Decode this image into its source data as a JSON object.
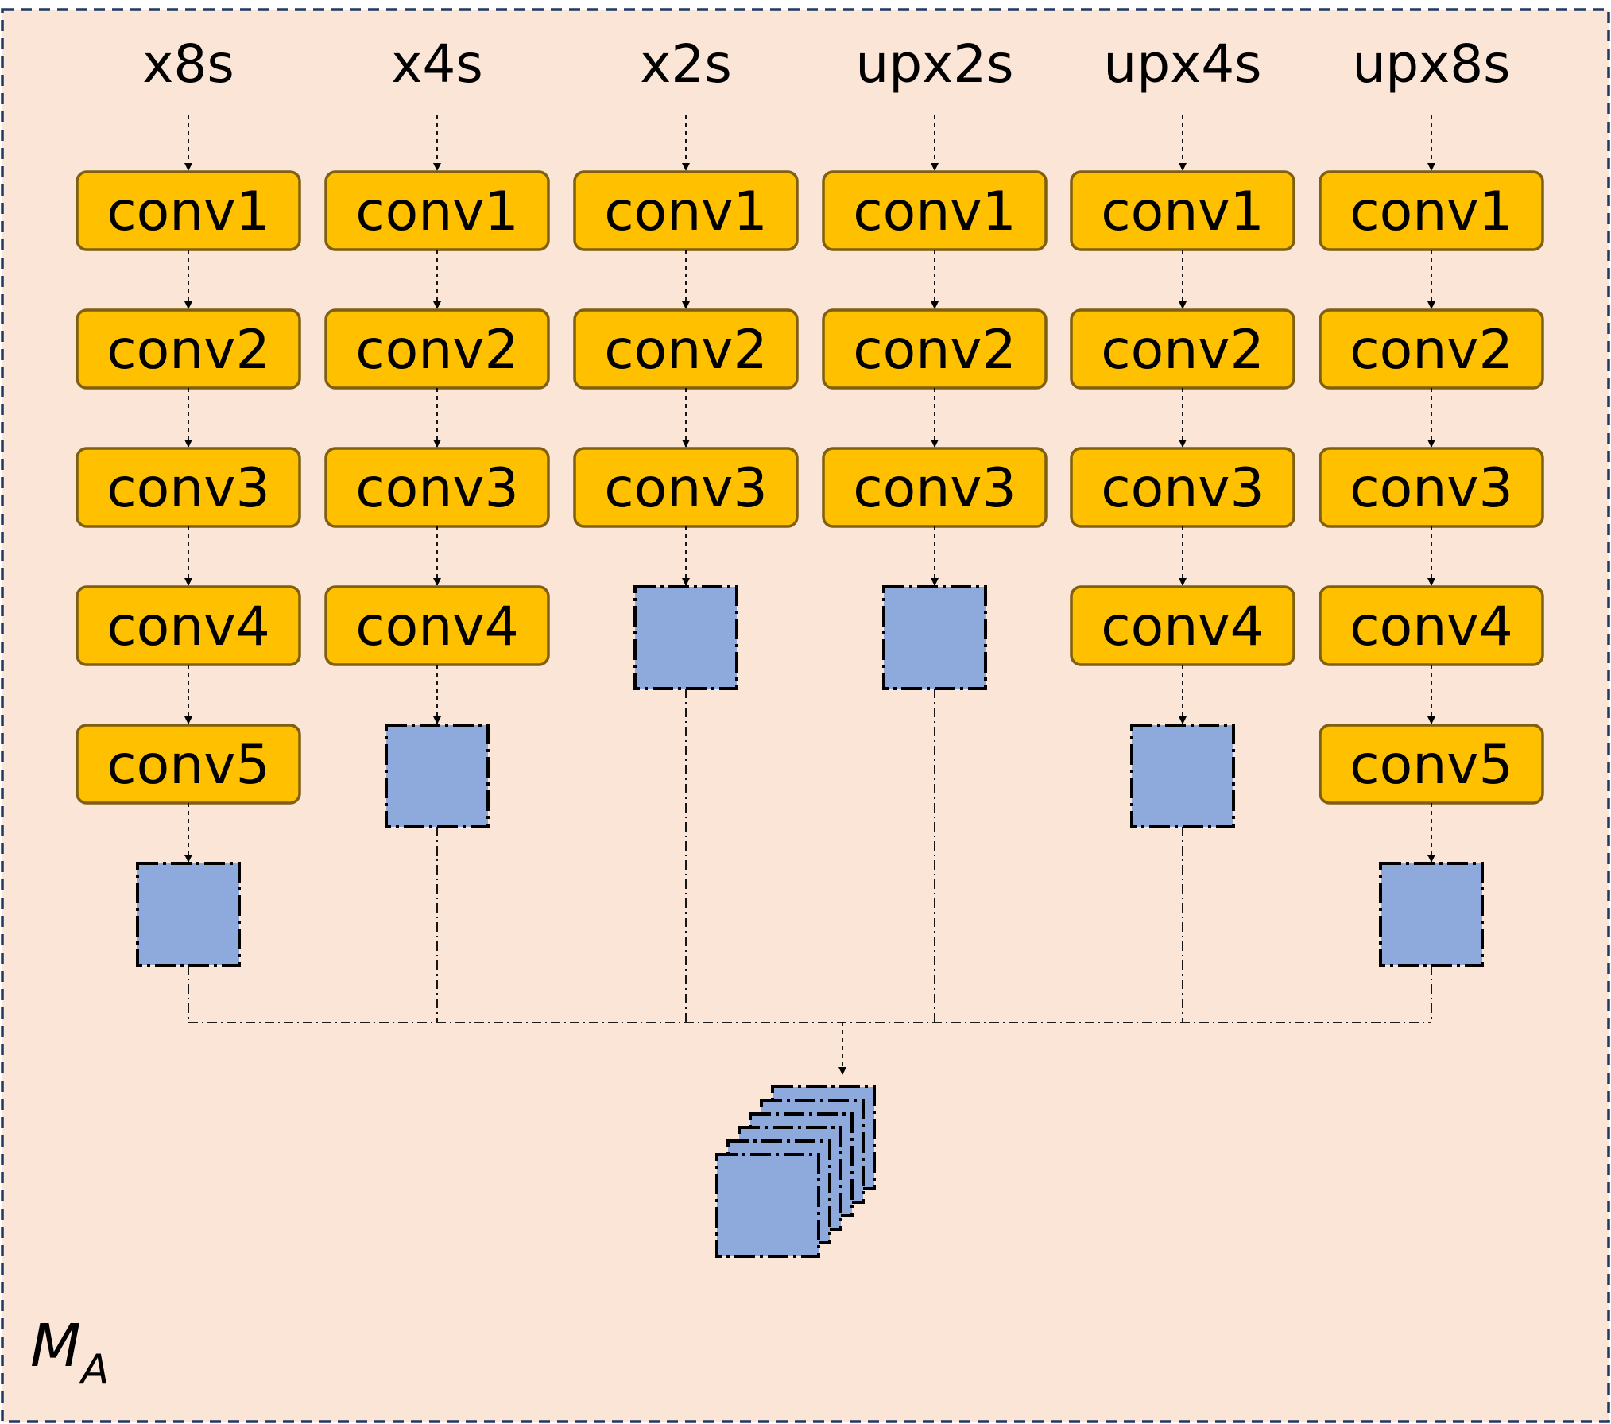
{
  "colors": {
    "background": "#FBE5D6",
    "border": "#1F3864",
    "conv_fill": "#FFC000",
    "conv_stroke": "#7F5F11",
    "feature_fill": "#8EA9DB"
  },
  "columns": [
    {
      "label": "x8s",
      "convs": [
        "conv1",
        "conv2",
        "conv3",
        "conv4",
        "conv5"
      ]
    },
    {
      "label": "x4s",
      "convs": [
        "conv1",
        "conv2",
        "conv3",
        "conv4"
      ]
    },
    {
      "label": "x2s",
      "convs": [
        "conv1",
        "conv2",
        "conv3"
      ]
    },
    {
      "label": "upx2s",
      "convs": [
        "conv1",
        "conv2",
        "conv3"
      ]
    },
    {
      "label": "upx4s",
      "convs": [
        "conv1",
        "conv2",
        "conv3",
        "conv4"
      ]
    },
    {
      "label": "upx8s",
      "convs": [
        "conv1",
        "conv2",
        "conv3",
        "conv4",
        "conv5"
      ]
    }
  ],
  "output_stack_count": 6,
  "module_label": {
    "main": "M",
    "subscript": "A"
  }
}
